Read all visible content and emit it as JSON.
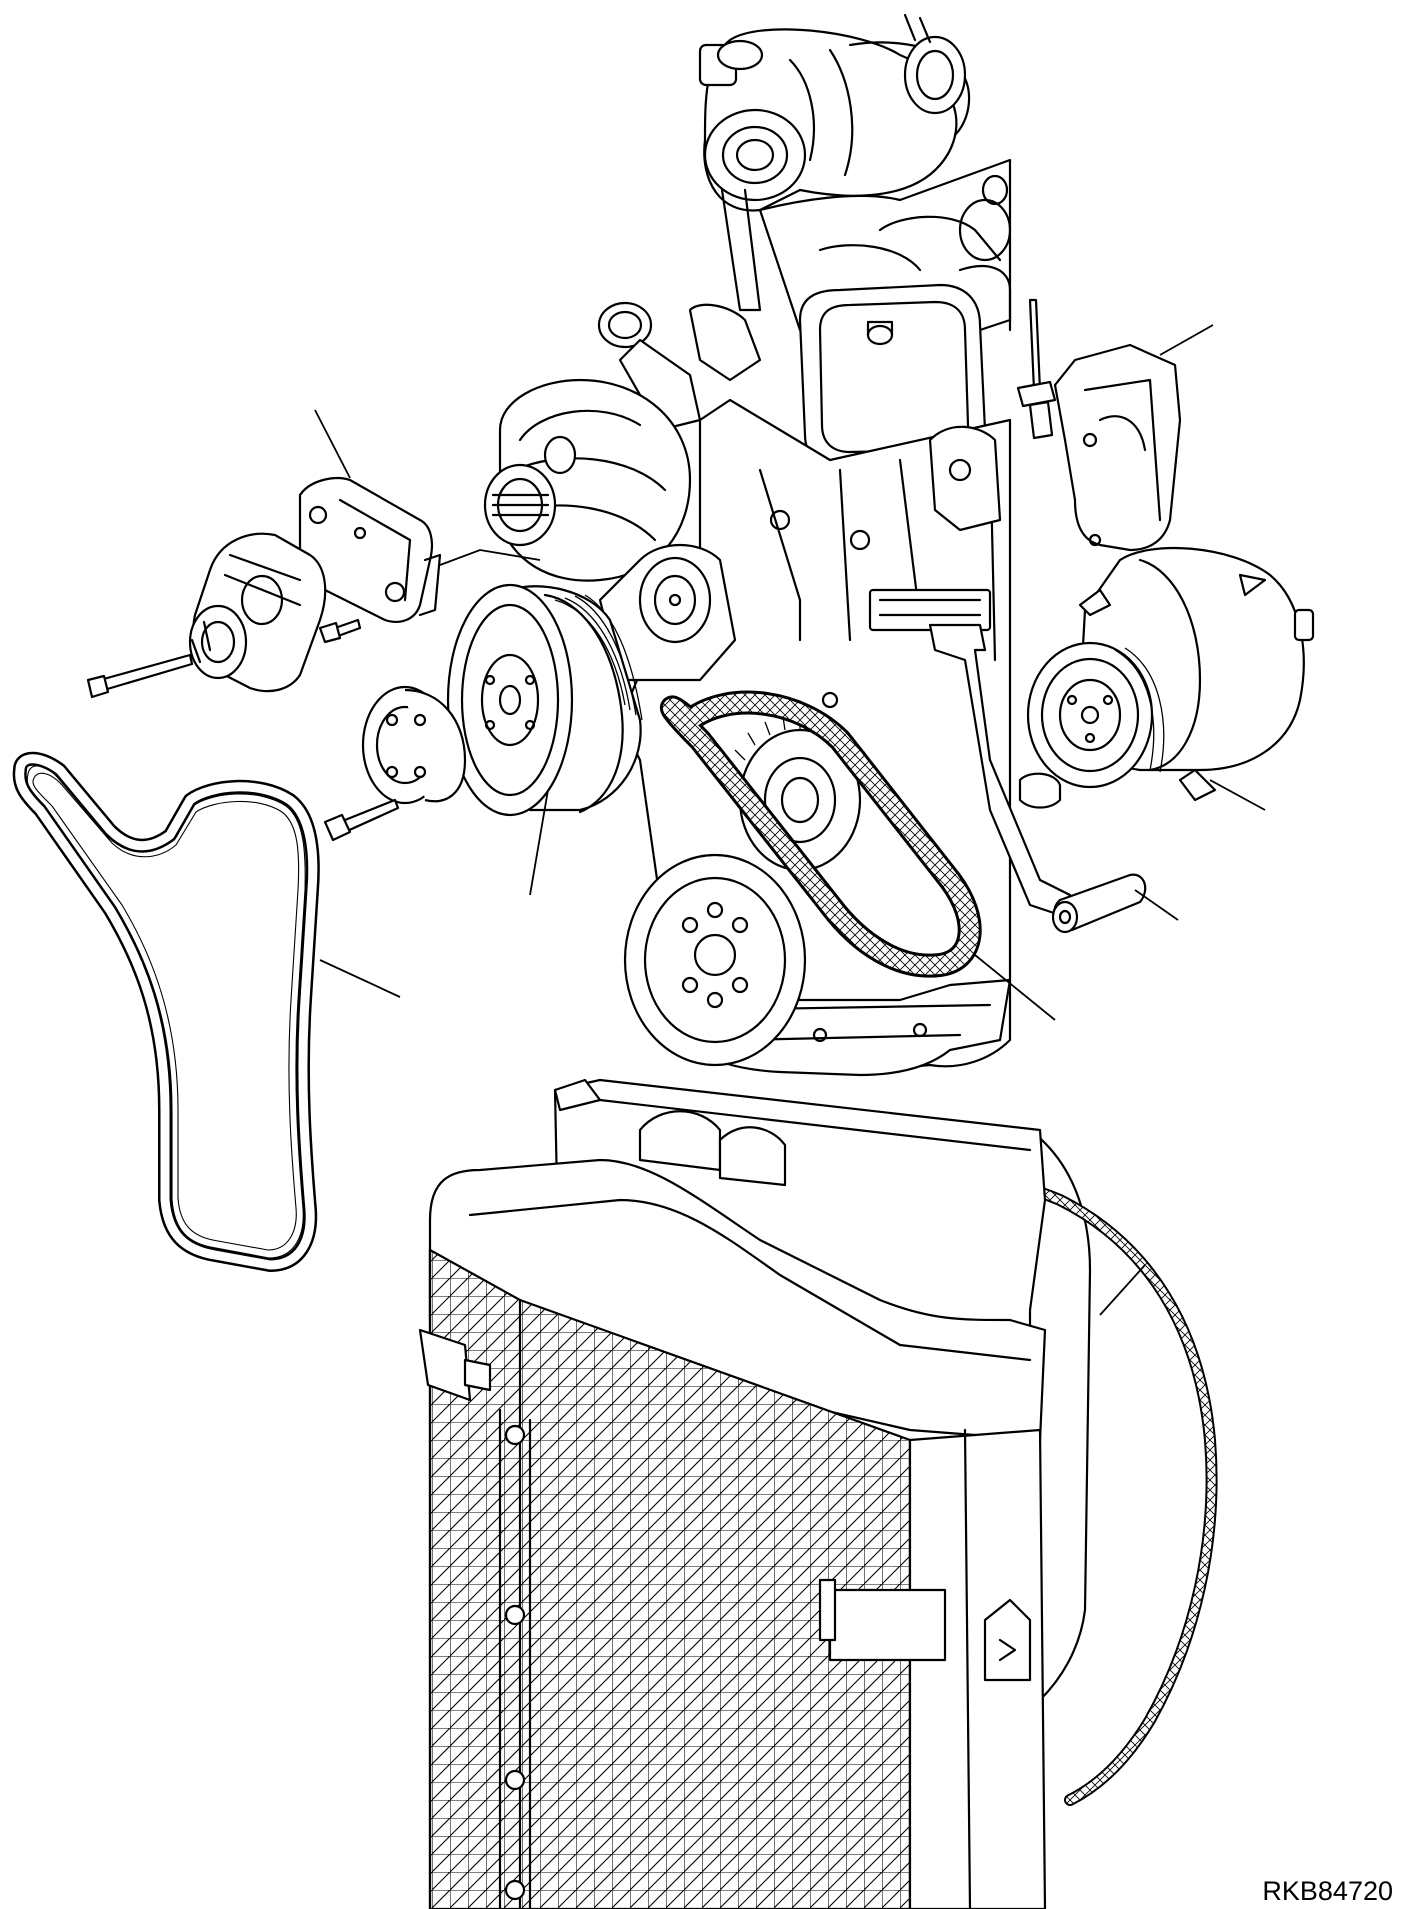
{
  "figure": {
    "code": "RKB84720",
    "line_color": "#000000",
    "background_color": "#ffffff"
  },
  "parts": [
    {
      "id": "alternator-belt-tensioner",
      "icon": "tensioner-icon"
    },
    {
      "id": "tensioner-bracket",
      "icon": "bracket-icon"
    },
    {
      "id": "fan-pulley",
      "icon": "pulley-icon"
    },
    {
      "id": "fan-belt",
      "icon": "belt-icon"
    },
    {
      "id": "compressor-bracket",
      "icon": "bracket-icon"
    },
    {
      "id": "air-conditioner-compressor",
      "icon": "compressor-icon"
    },
    {
      "id": "compressor-spacer",
      "icon": "spacer-icon"
    },
    {
      "id": "compressor-belt",
      "icon": "belt-icon"
    },
    {
      "id": "radiator-fan-shroud-seal",
      "icon": "seal-icon"
    },
    {
      "id": "radiator",
      "icon": "radiator-icon"
    }
  ]
}
